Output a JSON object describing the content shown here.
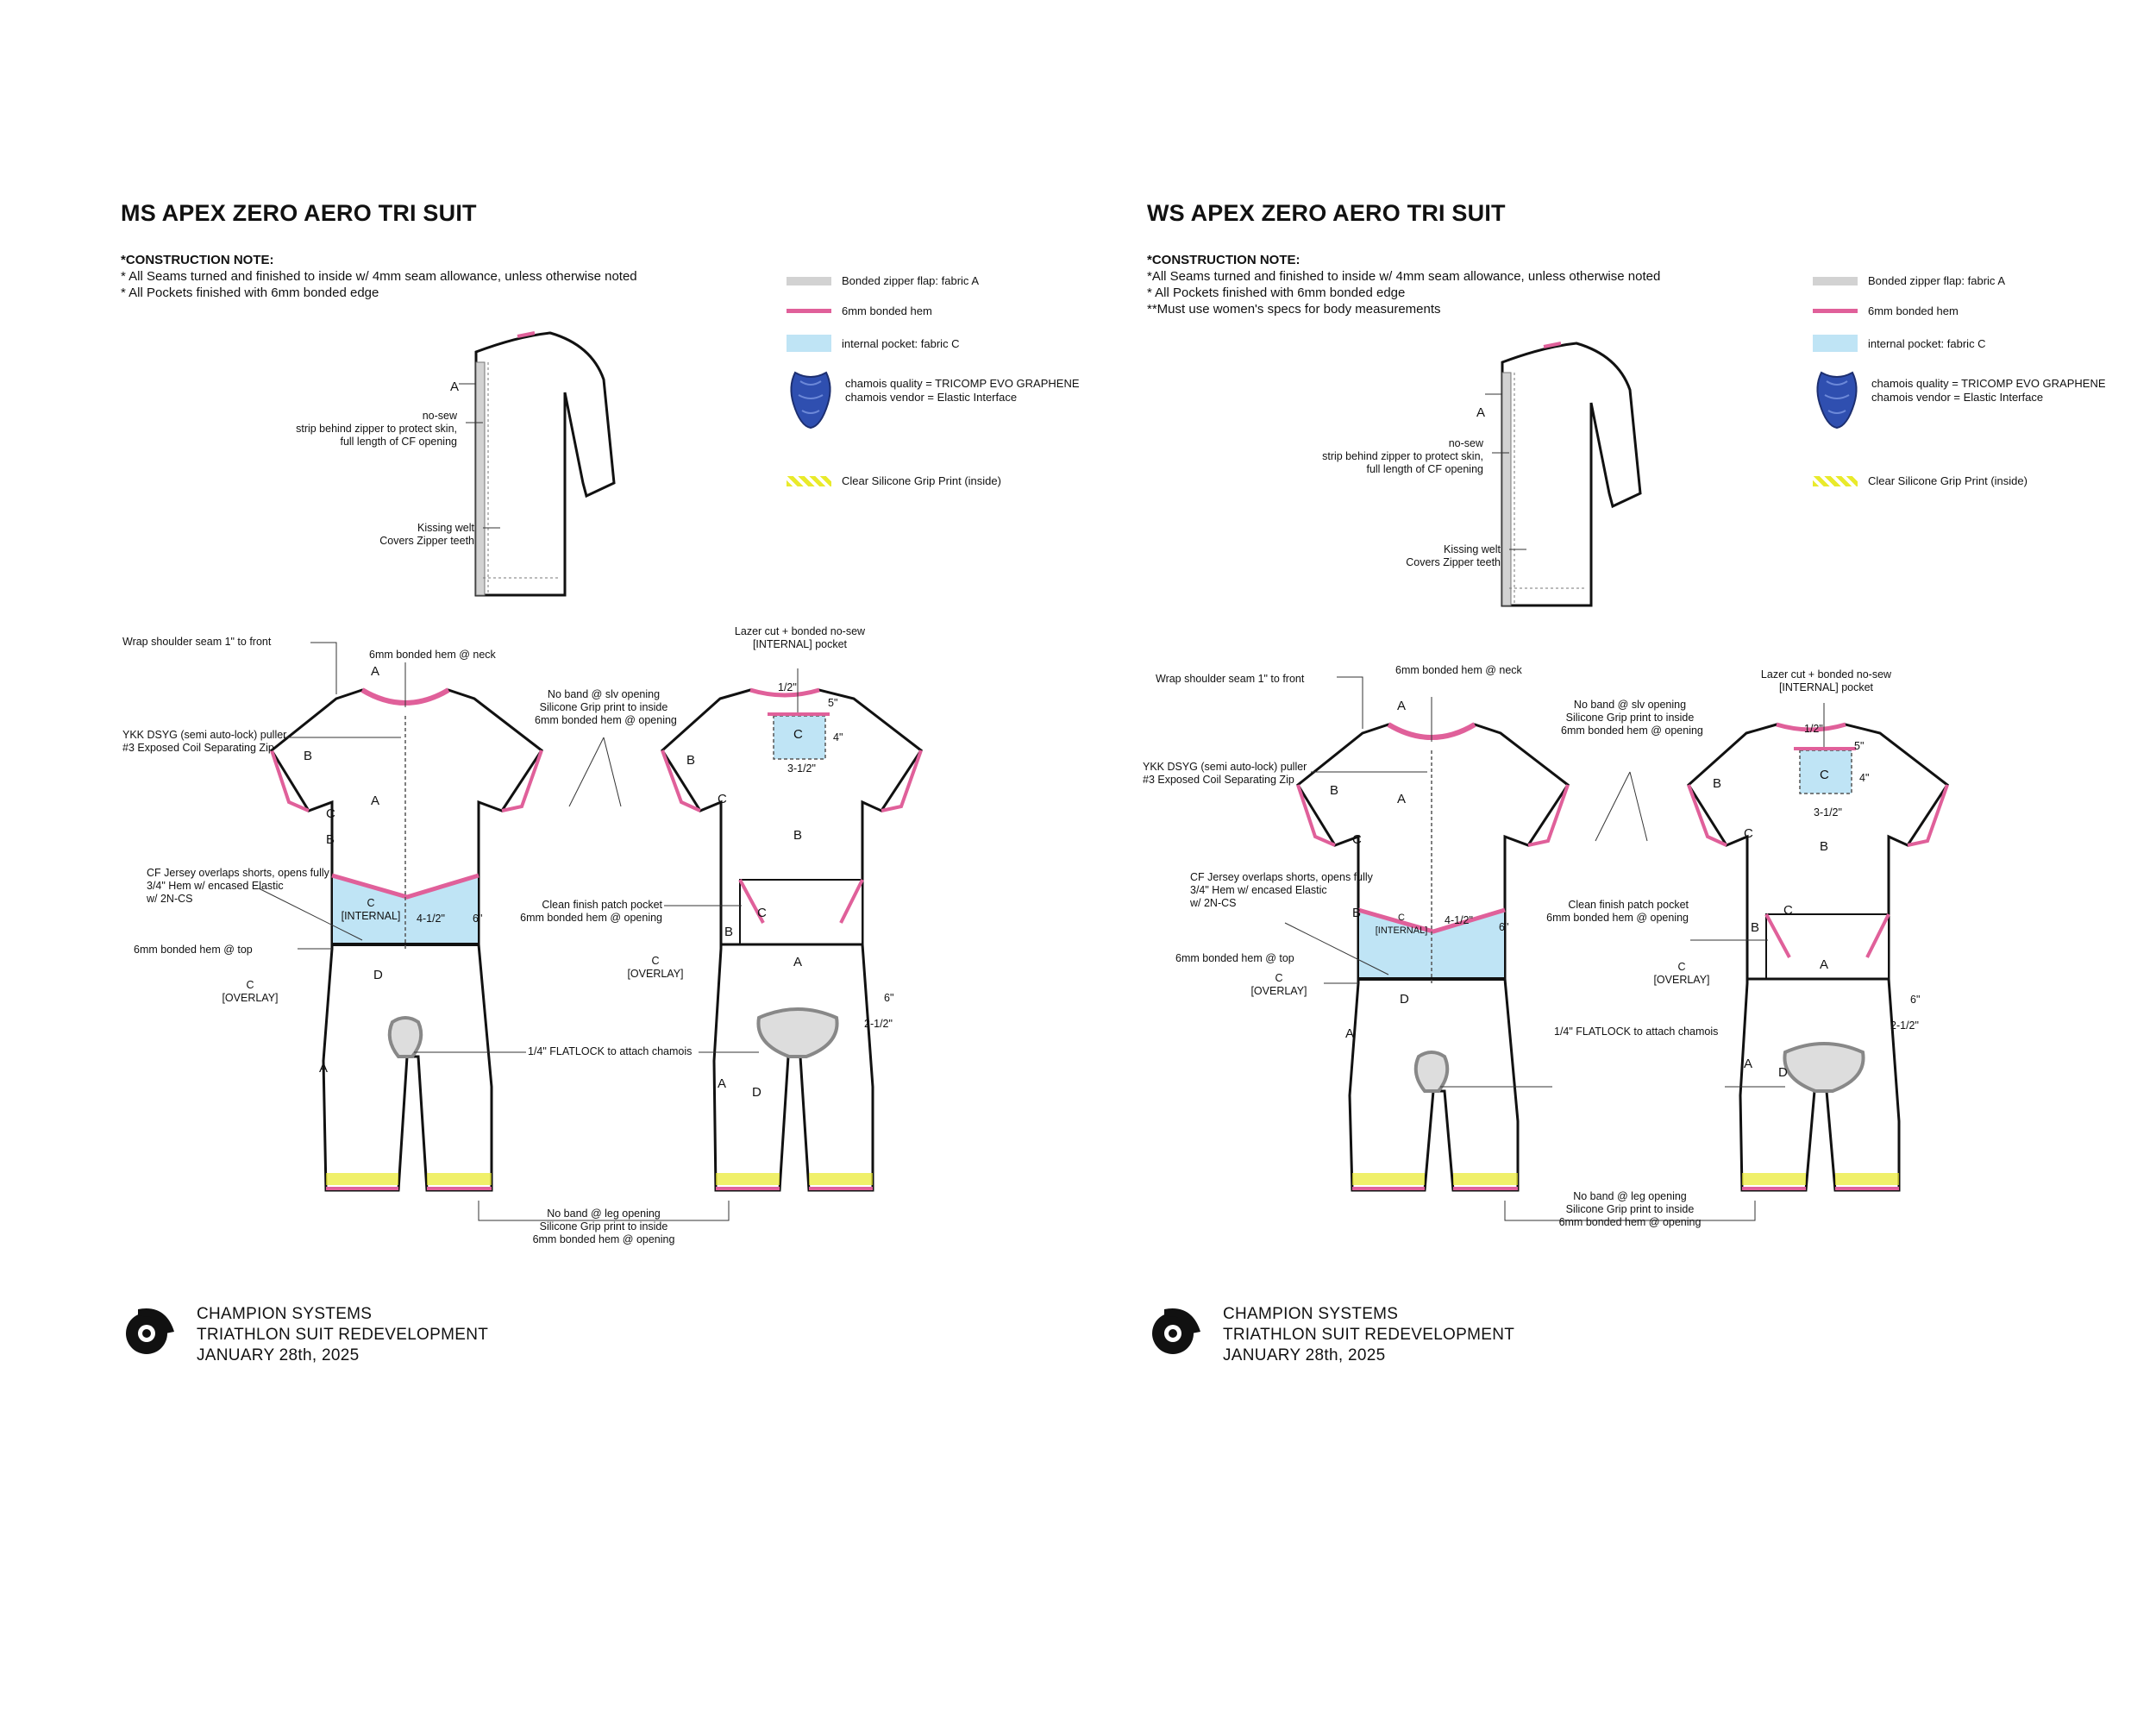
{
  "panels": [
    {
      "title": "MS APEX ZERO AERO TRI SUIT",
      "note_heading": "*CONSTRUCTION NOTE:",
      "notes": [
        "* All Seams turned and finished to inside w/ 4mm seam allowance, unless otherwise noted",
        "* All Pockets finished with 6mm bonded edge"
      ]
    },
    {
      "title": "WS APEX ZERO AERO TRI SUIT",
      "note_heading": "*CONSTRUCTION NOTE:",
      "notes": [
        "*All Seams turned and finished to inside w/ 4mm seam allowance, unless otherwise noted",
        "* All Pockets finished with 6mm bonded edge",
        "**Must use women's specs for body measurements"
      ]
    }
  ],
  "legend": {
    "zipper_flap": "Bonded zipper flap: fabric A",
    "bonded_hem": "6mm bonded hem",
    "internal_pocket": "internal pocket: fabric C",
    "chamois_quality": "chamois quality = TRICOMP EVO GRAPHENE",
    "chamois_vendor": "chamois vendor = Elastic Interface",
    "grip_print": "Clear Silicone Grip Print (inside)"
  },
  "callouts": {
    "fabric_a": "A",
    "no_sew_strip": [
      "no-sew",
      "strip behind zipper to protect skin,",
      "full length of CF opening"
    ],
    "kissing_welt": [
      "Kissing welt",
      "Covers  Zipper teeth"
    ],
    "wrap_shoulder": "Wrap shoulder seam 1\" to front",
    "neck_hem": "6mm bonded hem @ neck",
    "zip_puller": [
      "YKK DSYG (semi auto-lock) puller",
      "#3 Exposed Coil Separating Zip"
    ],
    "cf_jersey": [
      "CF Jersey overlaps shorts, opens fully",
      "3/4\" Hem w/ encased Elastic",
      "w/ 2N-CS"
    ],
    "hem_top": "6mm bonded hem @ top",
    "overlay": [
      "C",
      "[OVERLAY]"
    ],
    "internal": [
      "C",
      "[INTERNAL]"
    ],
    "sleeve_opening": [
      "No band @ slv opening",
      "Silicone Grip print to inside",
      "6mm bonded hem @ opening"
    ],
    "laser_pocket": [
      "Lazer cut + bonded no-sew",
      "[INTERNAL] pocket"
    ],
    "patch_pocket": [
      "Clean finish patch pocket",
      "6mm bonded hem @ opening"
    ],
    "flatlock": "1/4\" FLATLOCK to attach chamois",
    "leg_opening": [
      "No band @ leg opening",
      "Silicone Grip print to inside",
      "6mm bonded hem @ opening"
    ],
    "dim_half": "1/2\"",
    "dim_five": "5\"",
    "dim_four": "4\"",
    "dim_three_half": "3-1/2\"",
    "dim_four_half": "4-1/2\"",
    "dim_six": "6\"",
    "dim_two_half": "2-1/2\""
  },
  "panel_letters": {
    "a": "A",
    "b": "B",
    "c": "C",
    "d": "D"
  },
  "footer": {
    "company": "CHAMPION SYSTEMS",
    "project": "TRIATHLON SUIT REDEVELOPMENT",
    "date": "JANUARY 28th, 2025",
    "logo": "champion-systems-logo"
  },
  "colors": {
    "hem": "#e0609a",
    "pocket": "#bfe4f5",
    "grip": "#e9ea2b",
    "zip_flap": "#d2d2d2",
    "chamois": "#2f4fb0"
  }
}
